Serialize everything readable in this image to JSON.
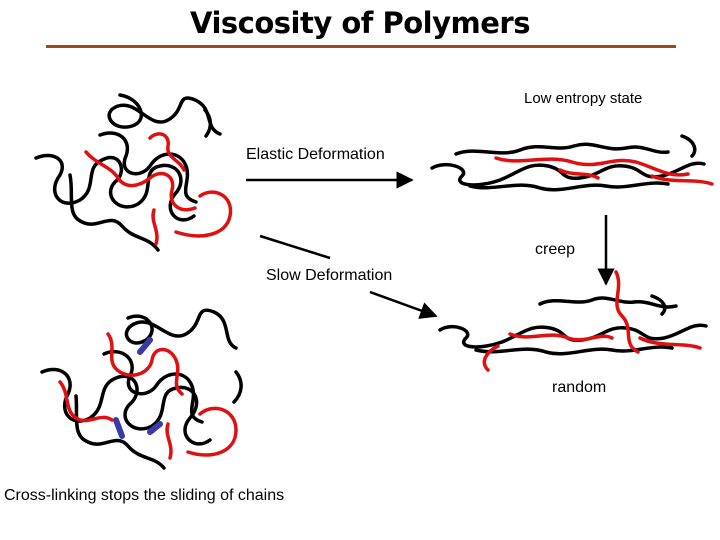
{
  "title": "Viscosity of Polymers",
  "labels": {
    "low_entropy": "Low entropy state",
    "elastic": "Elastic Deformation",
    "creep": "creep",
    "slow": "Slow Deformation",
    "random": "random",
    "crosslink": "Cross-linking stops the sliding of chains"
  },
  "colors": {
    "chain_black": "#000000",
    "chain_red": "#e01010",
    "crosslink_blue": "#3a3aa8",
    "rule": "#a0461a"
  }
}
